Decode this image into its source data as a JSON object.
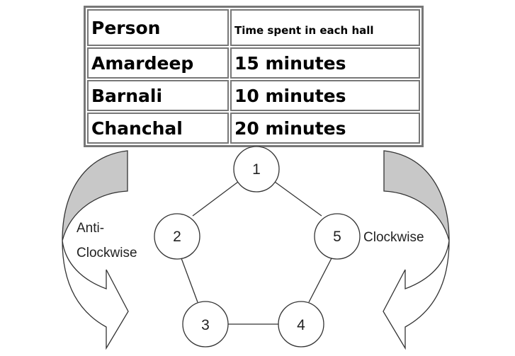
{
  "table": {
    "headers": [
      "Person",
      "Time spent in each hall"
    ],
    "rows": [
      [
        "Amardeep",
        "15 minutes"
      ],
      [
        "Barnali",
        "10 minutes"
      ],
      [
        "Chanchal",
        "20 minutes"
      ]
    ]
  },
  "diagram": {
    "halls": [
      "1",
      "2",
      "3",
      "4",
      "5"
    ],
    "left_arrow": {
      "line1": "Anti-",
      "line2": "Clockwise"
    },
    "right_arrow": {
      "label": "Clockwise"
    },
    "arrow_gray": "#c8c8c8"
  }
}
